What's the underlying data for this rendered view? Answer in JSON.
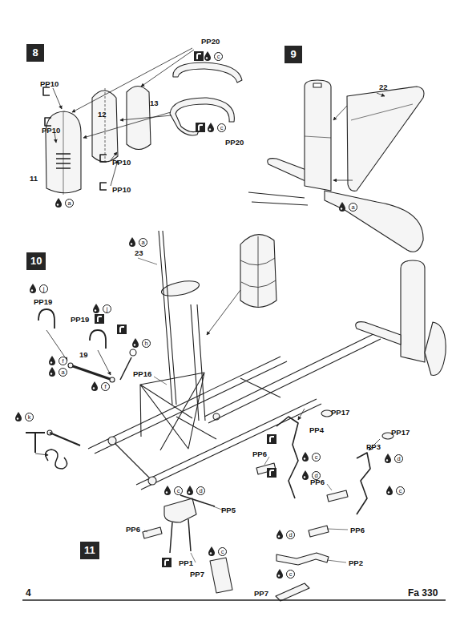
{
  "diagram": {
    "nodes": [
      {
        "text": [
          "8"
        ]
      },
      {
        "text": [
          "9"
        ]
      },
      {
        "text": [
          "10"
        ]
      },
      {
        "text": [
          "11"
        ]
      }
    ],
    "labels": [
      "PP20",
      "c",
      "PP10",
      "12",
      "13",
      "PP10",
      "PP20",
      "c",
      "PP10",
      "11",
      "PP10",
      "a",
      "22",
      "a",
      "a",
      "23",
      "j",
      "PP19",
      "j",
      "PP19",
      "h",
      "19",
      "f",
      "a",
      "f",
      "PP16",
      "k",
      "PP17",
      "PP17",
      "PP4",
      "PP3",
      "PP6",
      "c",
      "d",
      "d",
      "PP6",
      "c",
      "c",
      "d",
      "PP5",
      "PP6",
      "d",
      "PP6",
      "PP1",
      "PP7",
      "c",
      "PP2",
      "PP7",
      "c",
      "4",
      "Fa 330"
    ]
  }
}
